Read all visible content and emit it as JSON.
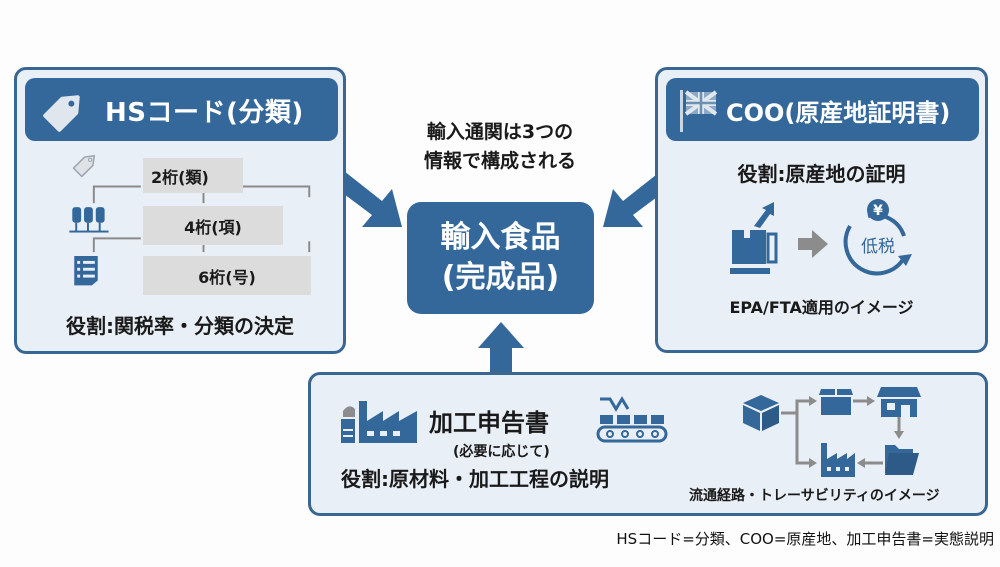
{
  "center": {
    "title_line1": "輸入通関は3つの",
    "title_line2": "情報で構成される",
    "product_line1": "輸入食品",
    "product_line2": "(完成品)"
  },
  "hs_panel": {
    "header": "HSコード(分類)",
    "header_icon": "price-tag-icon",
    "levels": [
      {
        "label": "2桁(類)",
        "icon": "tag-icon"
      },
      {
        "label": "4桁(項)",
        "icon": "hierarchy-icon"
      },
      {
        "label": "6桁(号)",
        "icon": "list-document-icon"
      }
    ],
    "role": "役割:関税率・分類の決定"
  },
  "coo_panel": {
    "header": "COO(原産地証明書)",
    "header_icon": "uk-flag-icon",
    "role": "役割:原産地の証明",
    "tax_badge": "低税",
    "currency_symbol": "¥",
    "caption": "EPA/FTA適用のイメージ"
  },
  "process_panel": {
    "title": "加工申告書",
    "note": "(必要に応じて)",
    "role": "役割:原材料・加工工程の説明",
    "caption": "流通経路・トレーサビリティのイメージ"
  },
  "footer": {
    "note": "HSコード=分類、COO=原産地、加工申告書=実態説明"
  },
  "colors": {
    "primary_blue": "#34679a",
    "panel_bg": "#e9eff6",
    "panel_border": "#3a6791",
    "bar_gray": "#dcdcdc",
    "arrow_gray": "#8c8c8c"
  }
}
